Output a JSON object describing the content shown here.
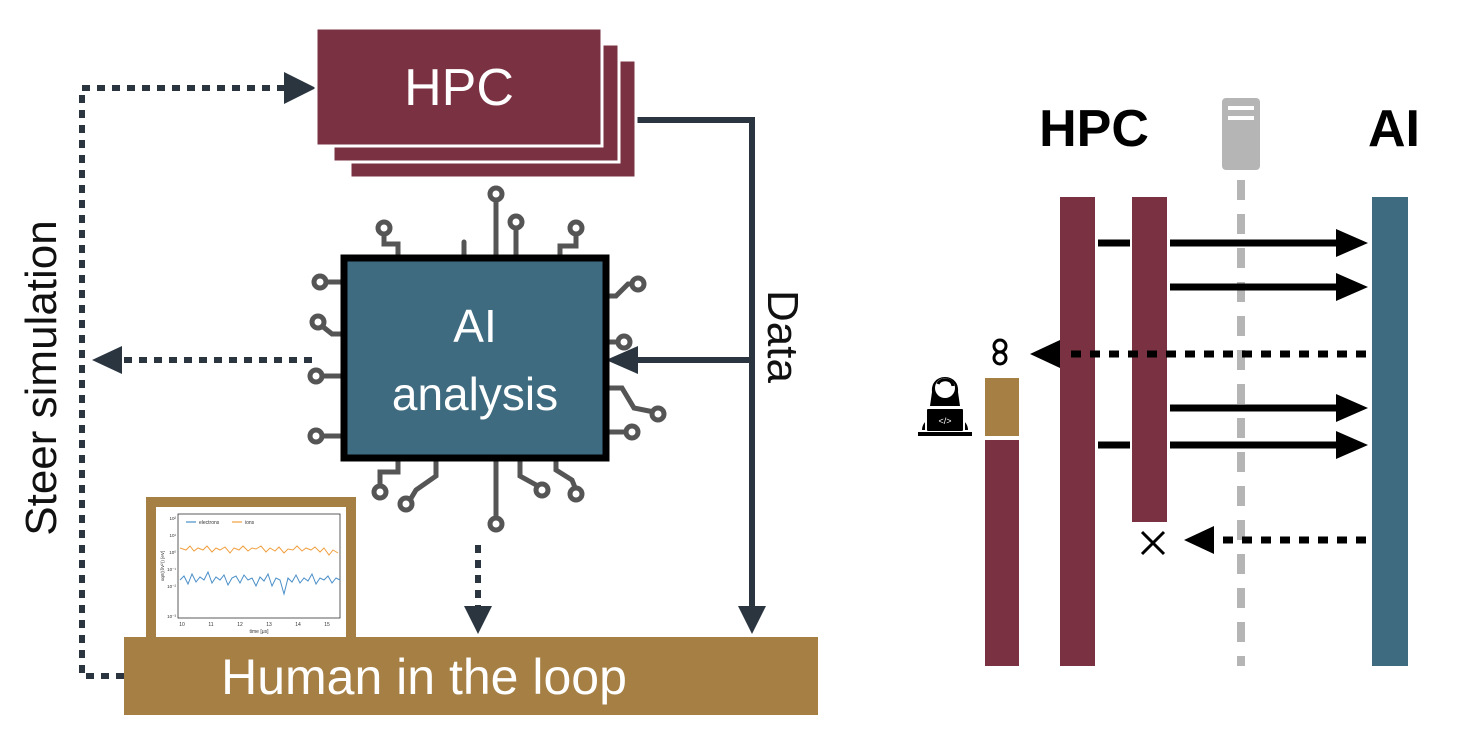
{
  "left": {
    "hpc_label": "HPC",
    "ai_label_line1": "AI",
    "ai_label_line2": "analysis",
    "data_label": "Data",
    "steer_label": "Steer simulation",
    "human_label": "Human in the loop",
    "plot": {
      "legend": [
        "electrons",
        "ions"
      ],
      "xlabel": "time [μs]",
      "ylabel": "sqrt(⟨δV²⟩) [eV]",
      "xticks": [
        "10",
        "11",
        "12",
        "13",
        "14",
        "15"
      ],
      "yticks": [
        "10²",
        "10¹",
        "10⁰",
        "10⁻¹",
        "10⁻²",
        "10⁻³"
      ]
    }
  },
  "right": {
    "hpc_title": "HPC",
    "ai_title": "AI"
  },
  "colors": {
    "hpc": "#7a3242",
    "ai": "#3f6b80",
    "human": "#a67f45",
    "dark": "#2a3540",
    "grey": "#b5b5b5",
    "electrons": "#4a8fc8",
    "ions": "#f0a040"
  },
  "icons": [
    "cpu-chip-icon",
    "server-icon",
    "person-laptop-icon",
    "merge-icon",
    "cross-icon"
  ]
}
